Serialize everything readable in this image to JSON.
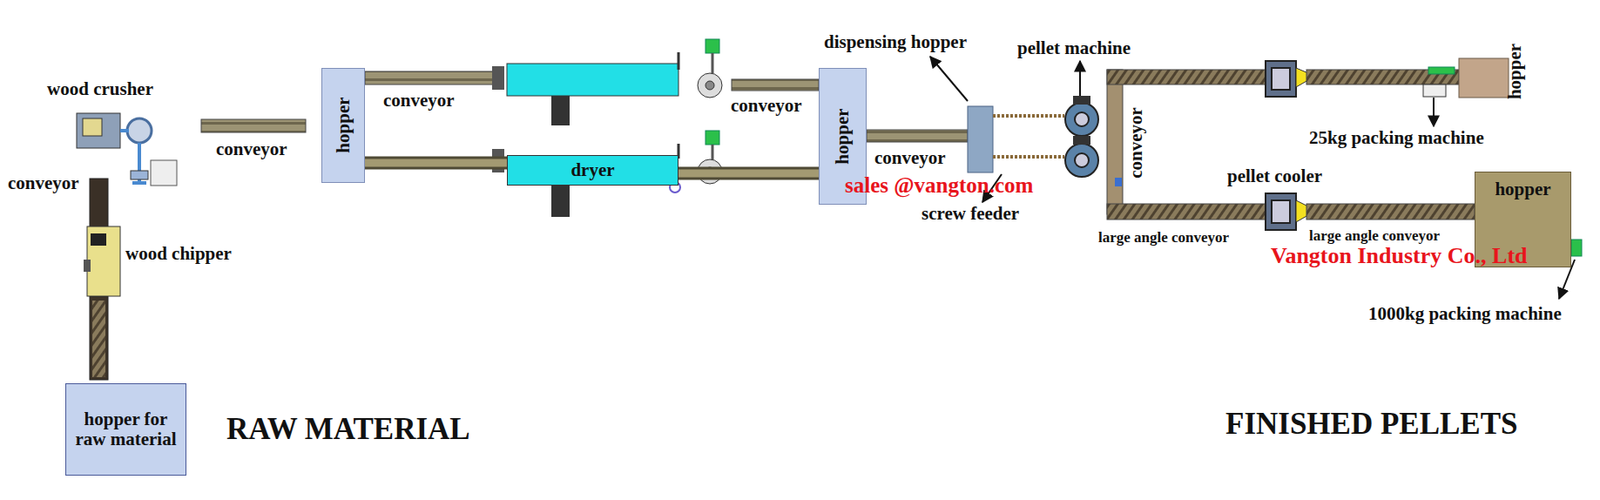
{
  "diagram": {
    "nodes": [
      {
        "text": [
          "hopper"
        ]
      },
      {
        "text": [
          "dryer"
        ]
      },
      {
        "text": [
          "hopper"
        ]
      },
      {
        "text": [
          "hopper"
        ]
      },
      {
        "text": [
          "hopper for raw material"
        ]
      }
    ],
    "edges": [
      {
        "from": 0,
        "to": 1,
        "arrow": "none"
      },
      {
        "from": 1,
        "to": 2,
        "arrow": "none"
      }
    ],
    "labels": [
      "wood crusher",
      "conveyor",
      "wood chipper",
      "conveyor",
      "conveyor",
      "conveyor",
      "dispensing hopper",
      "pellet machine",
      "conveyor",
      "sales @vangton.com",
      "screw feeder",
      "conveyor",
      "hopper",
      "25kg packing machine",
      "pellet cooler",
      "large angle conveyor",
      "large angle conveyor",
      "Vangton Industry Co., Ltd",
      "1000kg packing machine",
      "RAW MATERIAL",
      "FINISHED PELLETS"
    ]
  }
}
